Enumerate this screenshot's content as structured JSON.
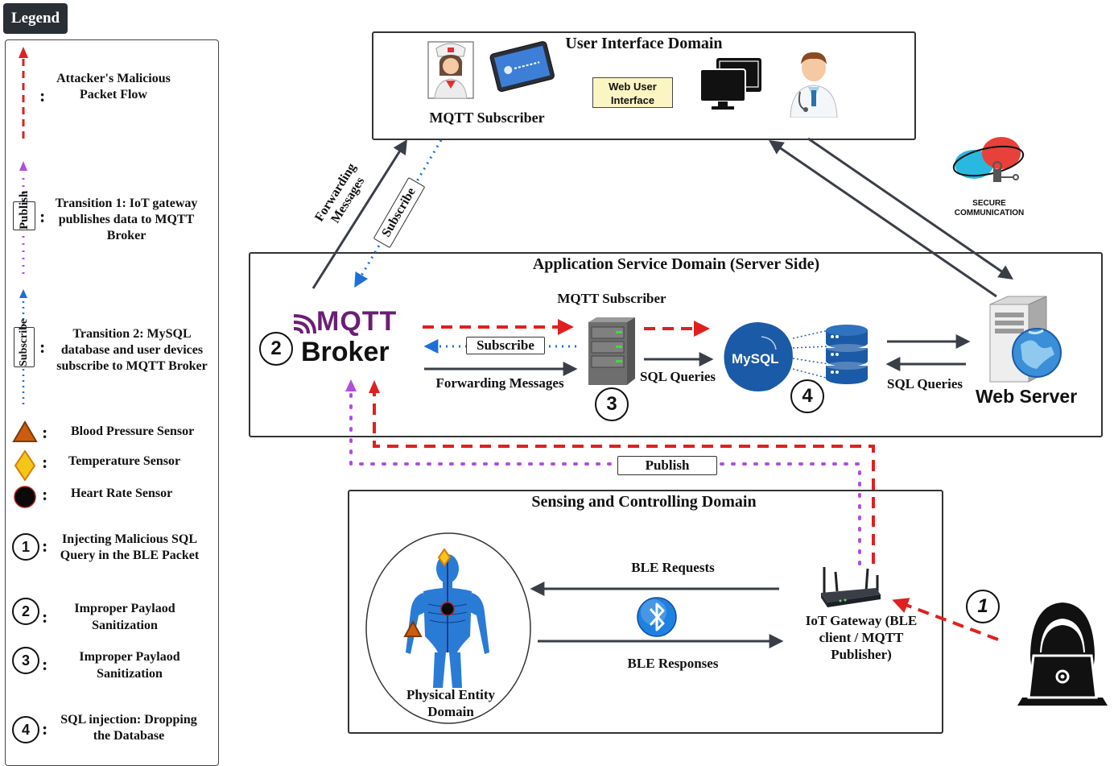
{
  "legend": {
    "title": "Legend",
    "items": [
      {
        "label": "Attacker's Malicious Packet Flow"
      },
      {
        "tag": "Publish",
        "label": "Transition 1: IoT gateway publishes data to MQTT Broker"
      },
      {
        "tag": "Subscribe",
        "label": "Transition 2: MySQL database and user devices subscribe to MQTT Broker"
      },
      {
        "label": "Blood Pressure Sensor"
      },
      {
        "label": "Temperature Sensor"
      },
      {
        "label": "Heart Rate Sensor"
      },
      {
        "num": "1",
        "label": "Injecting Malicious SQL Query in the BLE Packet"
      },
      {
        "num": "2",
        "label": "Improper Paylaod Sanitization"
      },
      {
        "num": "3",
        "label": "Improper Paylaod Sanitization"
      },
      {
        "num": "4",
        "label": "SQL injection: Dropping the Database"
      }
    ]
  },
  "colors": {
    "attack": "#e02020",
    "publish": "#b04ee0",
    "subscribe": "#1e6fd9",
    "mqtt_purple": "#6b1e74",
    "mysql_blue": "#1b5aa6",
    "arrow_dark": "#3a3f47"
  },
  "domains": {
    "user_interface": {
      "title": "User Interface Domain",
      "subscriber_label": "MQTT Subscriber",
      "web_ui_label": "Web User Interface"
    },
    "application": {
      "title": "Application Service Domain (Server Side)",
      "subscriber_label": "MQTT Subscriber",
      "broker_brand": "MQTT",
      "broker_label": "Broker",
      "subscribe_tag": "Subscribe",
      "forwarding_label": "Forwarding Messages",
      "sql_queries_1": "SQL Queries",
      "mysql_label": "MySQL",
      "sql_queries_2": "SQL Queries",
      "web_server_label": "Web Server"
    },
    "sensing": {
      "title": "Sensing and Controlling Domain",
      "physical_label": "Physical Entity Domain",
      "ble_requests": "BLE Requests",
      "ble_responses": "BLE Responses",
      "gateway_label": "IoT Gateway (BLE client / MQTT Publisher)"
    }
  },
  "flows": {
    "forwarding_messages": "Forwarding Messages",
    "subscribe": "Subscribe",
    "publish": "Publish",
    "secure_communication": "SECURE COMMUNICATION"
  },
  "markers": {
    "n1": "1",
    "n2": "2",
    "n3": "3",
    "n4": "4"
  }
}
